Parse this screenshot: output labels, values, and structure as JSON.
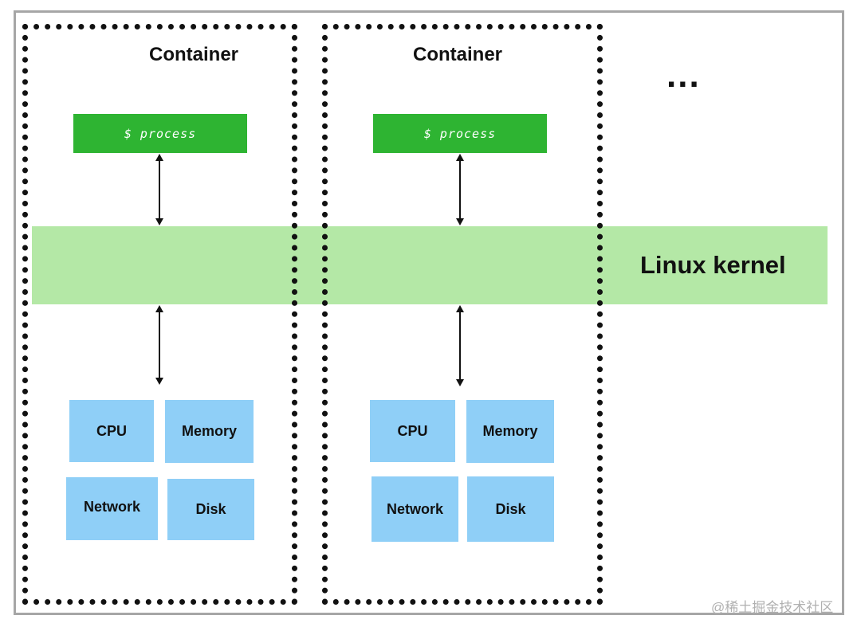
{
  "diagram": {
    "kernel_label": "Linux kernel",
    "ellipsis": "...",
    "containers": [
      {
        "title": "Container",
        "process": "$ process",
        "resources": [
          "CPU",
          "Memory",
          "Network",
          "Disk"
        ]
      },
      {
        "title": "Container",
        "process": "$ process",
        "resources": [
          "CPU",
          "Memory",
          "Network",
          "Disk"
        ]
      }
    ]
  },
  "watermark": "@稀土掘金技术社区",
  "colors": {
    "kernel": "#b4e8a6",
    "process": "#2eb432",
    "resource": "#8fcff7",
    "frame": "#a6a6a6",
    "border": "#111111"
  }
}
